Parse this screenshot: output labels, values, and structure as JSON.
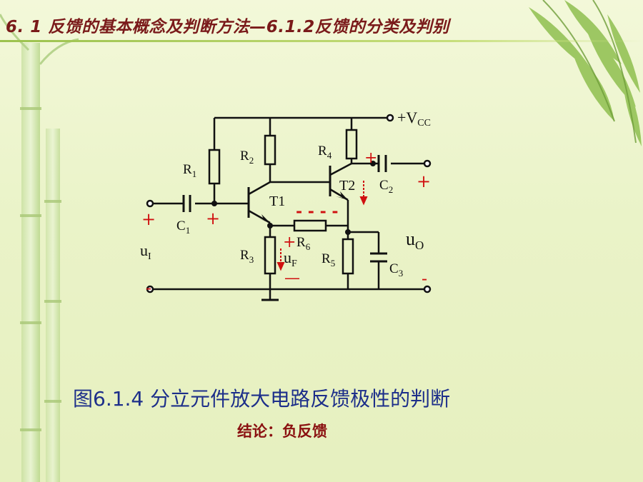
{
  "title": "6. 1   反馈的基本概念及判断方法—6.1.2反馈的分类及判别",
  "circuit": {
    "vcc": {
      "main": "+V",
      "sub": "CC"
    },
    "r1": {
      "main": "R",
      "sub": "1"
    },
    "r2": {
      "main": "R",
      "sub": "2"
    },
    "r3": {
      "main": "R",
      "sub": "3"
    },
    "r4": {
      "main": "R",
      "sub": "4"
    },
    "r5": {
      "main": "R",
      "sub": "5"
    },
    "r6": {
      "main": "R",
      "sub": "6"
    },
    "c1": {
      "main": "C",
      "sub": "1"
    },
    "c2": {
      "main": "C",
      "sub": "2"
    },
    "c3": {
      "main": "C",
      "sub": "3"
    },
    "t1": "T1",
    "t2": "T2",
    "ui": {
      "main": "u",
      "sub": "I"
    },
    "uf": {
      "main": "u",
      "sub": "F"
    },
    "uo": {
      "main": "u",
      "sub": "O"
    },
    "plus": "+",
    "minus": "-",
    "minus_long": "—",
    "dashes": "- - - -"
  },
  "caption": "图6.1.4  分立元件放大电路反馈极性的判断",
  "conclusion": "结论：负反馈",
  "colors": {
    "title": "#7a1a1a",
    "caption": "#1d2f8a",
    "conclusion": "#8a1010",
    "polarity": "#d01010"
  }
}
